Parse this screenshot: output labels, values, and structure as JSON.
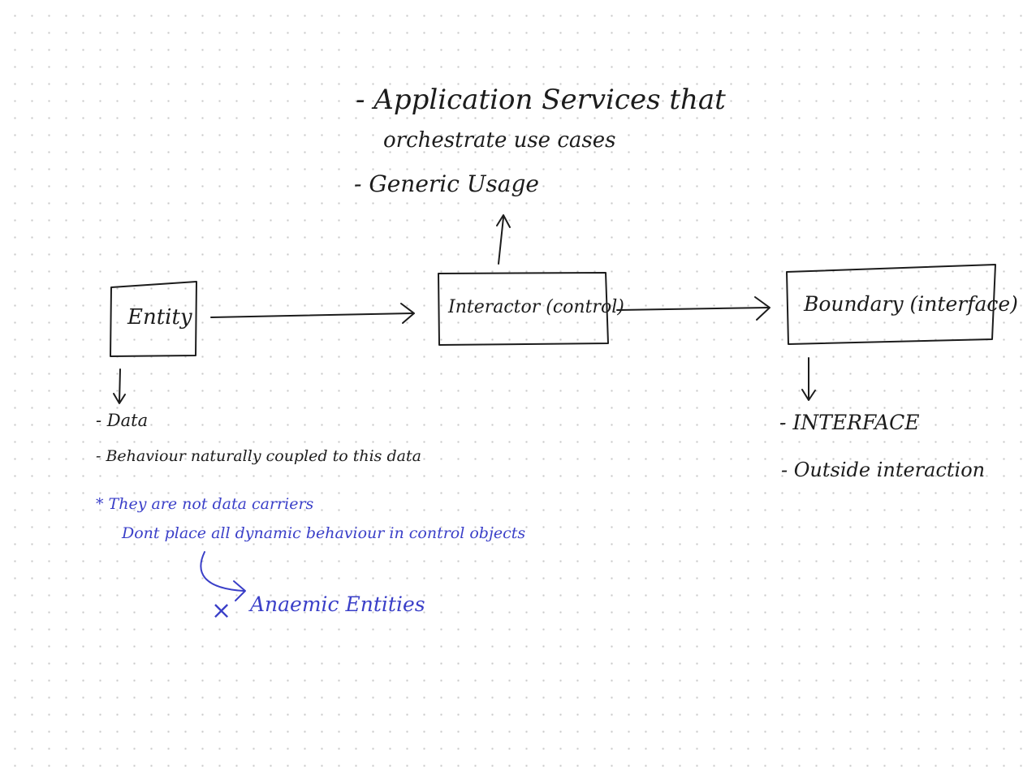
{
  "colors": {
    "ink": "#1c1c1c",
    "blue_ink": "#3a3fc8",
    "dot_grid": "#c9c9c9",
    "background": "#ffffff"
  },
  "boxes": {
    "entity": "Entity",
    "interactor": "Interactor (control)",
    "boundary": "Boundary (interface)"
  },
  "interactor_notes": [
    "- Application Services that",
    "orchestrate use cases",
    "- Generic Usage"
  ],
  "entity_notes": [
    "- Data",
    "- Behaviour naturally coupled to this data"
  ],
  "boundary_notes": [
    "- INTERFACE",
    "- Outside interaction"
  ],
  "blue_notes": {
    "line1": "* They are not data carriers",
    "line2": "Dont place all dynamic behaviour in control objects",
    "result": "Anaemic Entities",
    "cross_mark": "×"
  }
}
